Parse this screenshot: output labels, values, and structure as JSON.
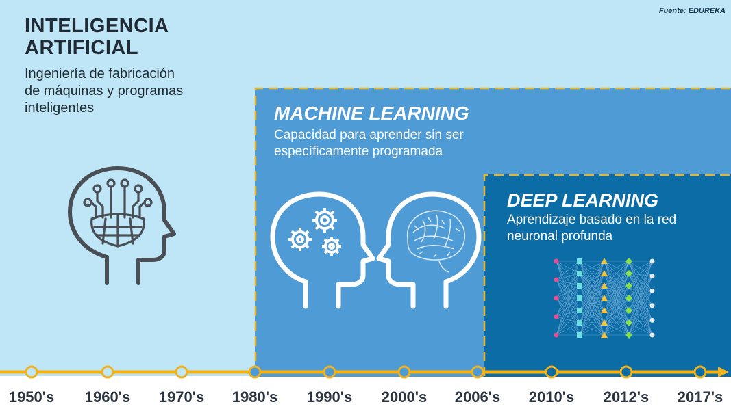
{
  "source": "Fuente: EDUREKA",
  "ai": {
    "title_line1": "INTELIGENCIA",
    "title_line2": "ARTIFICIAL",
    "desc_line1": "Ingeniería de fabricación",
    "desc_line2": "de máquinas y programas",
    "desc_line3": "inteligentes",
    "icon": "ai-head-circuit-icon"
  },
  "ml": {
    "title": "MACHINE LEARNING",
    "desc_line1": "Capacidad para aprender sin ser",
    "desc_line2": "específicamente programada",
    "icons": [
      "head-gears-icon",
      "head-brain-icon"
    ]
  },
  "dl": {
    "title": "DEEP LEARNING",
    "desc_line1": "Aprendizaje basado en la red",
    "desc_line2": "neuronal profunda",
    "icon": "neural-network-icon"
  },
  "timeline": {
    "years": [
      "1950's",
      "1960's",
      "1970's",
      "1980's",
      "1990's",
      "2000's",
      "2006's",
      "2010's",
      "2012's",
      "2017's"
    ]
  },
  "colors": {
    "ai_bg": "#bfe6f7",
    "ml_bg": "#4f9bd6",
    "dl_bg": "#0c6ca5",
    "timeline": "#f0b21d",
    "dash": "#f0b21d"
  }
}
